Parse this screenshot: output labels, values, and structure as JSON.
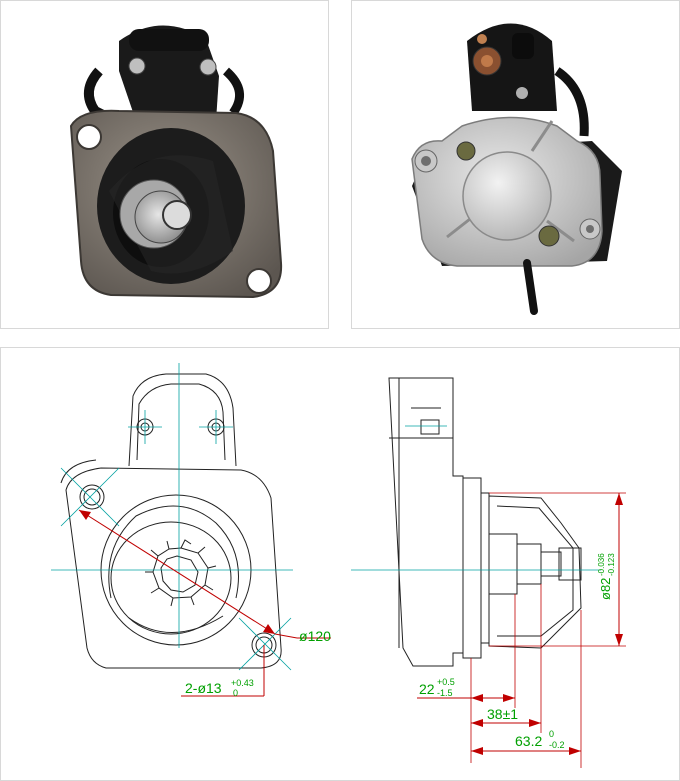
{
  "photos": {
    "left": {
      "subject": "starter-motor-front-view"
    },
    "right": {
      "subject": "starter-motor-rear-view"
    }
  },
  "dimensions": {
    "flange_diameter": {
      "symbol": "ø",
      "value": "120"
    },
    "bolt_holes": {
      "prefix": "2-ø",
      "value": "13",
      "tol_upper": "+0.43",
      "tol_lower": "0"
    },
    "pilot_diameter": {
      "symbol": "ø",
      "value": "82",
      "tol_upper": "-0.036",
      "tol_lower": "-0.123"
    },
    "pinion_offset": {
      "value": "22",
      "tol_upper": "+0.5",
      "tol_lower": "-1.5"
    },
    "pinion_length": {
      "value": "38±1"
    },
    "nose_length": {
      "value": "63.2",
      "tol_upper": "0",
      "tol_lower": "-0.2"
    }
  },
  "colors": {
    "outline": "#222222",
    "centerline": "#00a0a0",
    "dimension_line": "#c00000",
    "dimension_text": "#00a000"
  }
}
